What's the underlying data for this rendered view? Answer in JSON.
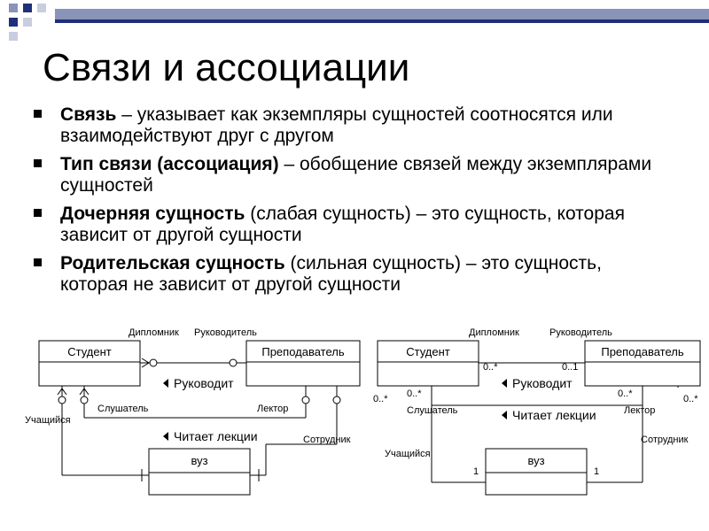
{
  "title": "Связи и ассоциации",
  "bullets": [
    {
      "term": "Связь",
      "rest": " – указывает как экземпляры сущностей соотносятся или взаимодействуют друг с другом"
    },
    {
      "term": "Тип связи (ассоциация)",
      "rest": " – обобщение связей между экземплярами сущностей"
    },
    {
      "term": "Дочерняя сущность",
      "rest": " (слабая сущность) – это сущность, которая зависит от другой сущности"
    },
    {
      "term": "Родительская сущность",
      "rest": " (сильная сущность) – это сущность, которая не зависит от другой сущности"
    }
  ],
  "left_diagram": {
    "student": "Студент",
    "teacher": "Преподаватель",
    "university": "вуз",
    "role_diplomnik": "Дипломник",
    "role_rukovoditel": "Руководитель",
    "assoc_rukovodit": "Руководит",
    "assoc_chitaet": "Читает лекции",
    "role_slushatel": "Слушатель",
    "role_lektor": "Лектор",
    "role_uchashchiysya": "Учащийся",
    "role_sotrudnik": "Сотрудник"
  },
  "right_diagram": {
    "student": "Студент",
    "teacher": "Преподаватель",
    "university": "вуз",
    "role_diplomnik": "Дипломник",
    "role_rukovoditel": "Руководитель",
    "assoc_rukovodit": "Руководит",
    "assoc_chitaet": "Читает лекции",
    "role_slushatel": "Слушатель",
    "role_lektor": "Лектор",
    "role_uchashchiysya": "Учащийся",
    "role_sotrudnik": "Сотрудник",
    "mult_0n_a": "0..*",
    "mult_01": "0..1",
    "mult_0n_b": "0..*",
    "mult_0n_c": "0..*",
    "mult_0n_d": "0..*",
    "mult_0n_e": "0..*",
    "mult_1_a": "1",
    "mult_1_b": "1"
  },
  "colors": {
    "corner_dark": "#1f2f7a",
    "corner_mid": "#8a93b8",
    "corner_light": "#c8cde0"
  }
}
